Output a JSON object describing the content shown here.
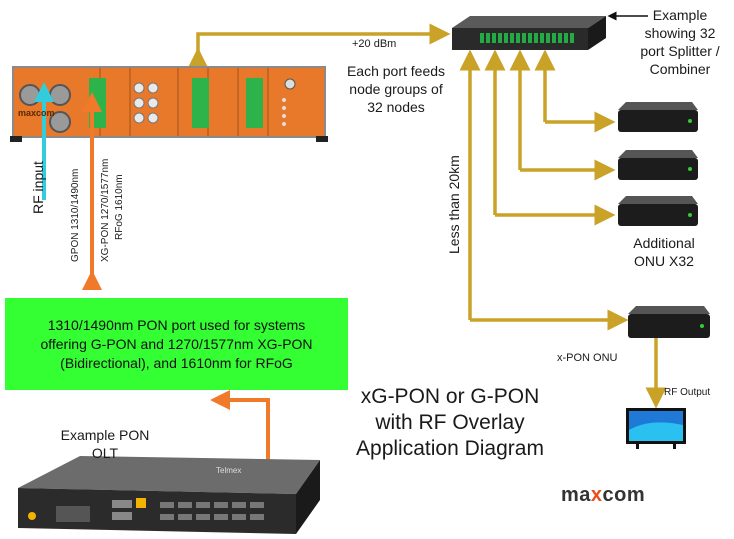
{
  "diagram": {
    "title_lines": [
      "xG-PON or G-PON",
      "with RF Overlay",
      "Application Diagram"
    ],
    "splitter_caption_lines": [
      "Example",
      "showing 32",
      "port Splitter /",
      "Combiner"
    ],
    "power_label": "+20 dBm",
    "feed_caption_lines": [
      "Each port feeds",
      "node groups of",
      "32 nodes"
    ],
    "distance_label": "Less than 20km",
    "onu_group_caption_lines": [
      "Additional",
      "ONU X32"
    ],
    "onu_label": "x-PON ONU",
    "rf_output_label": "RF Output",
    "rf_input_label": "RF input",
    "wavelength_labels": [
      "GPON 1310/1490nm",
      "XG-PON 1270/1577nm",
      "RFoG 1610nm"
    ],
    "pon_port_box_lines": [
      "1310/1490nm PON port used for systems",
      "offering G-PON and 1270/1577nm XG-PON",
      "(Bidirectional), and 1610nm for RFoG"
    ],
    "olt_caption_lines": [
      "Example PON",
      "OLT"
    ],
    "olt_brand": "Telmex",
    "device_brand": "maxcom",
    "logo": {
      "prefix": "ma",
      "x": "x",
      "suffix": "com"
    }
  },
  "colors": {
    "fiber": "#c9a227",
    "rf_arrow": "#33ccdd",
    "pon_arrow": "#f07a2a",
    "green_box": "#33ff33",
    "chassis": "#e8782a",
    "logo_red": "#e94e1b"
  },
  "icons": [
    "splitter-device-icon",
    "onu-device-icon",
    "tv-icon",
    "olt-chassis-icon",
    "rf-overlay-chassis-icon"
  ]
}
